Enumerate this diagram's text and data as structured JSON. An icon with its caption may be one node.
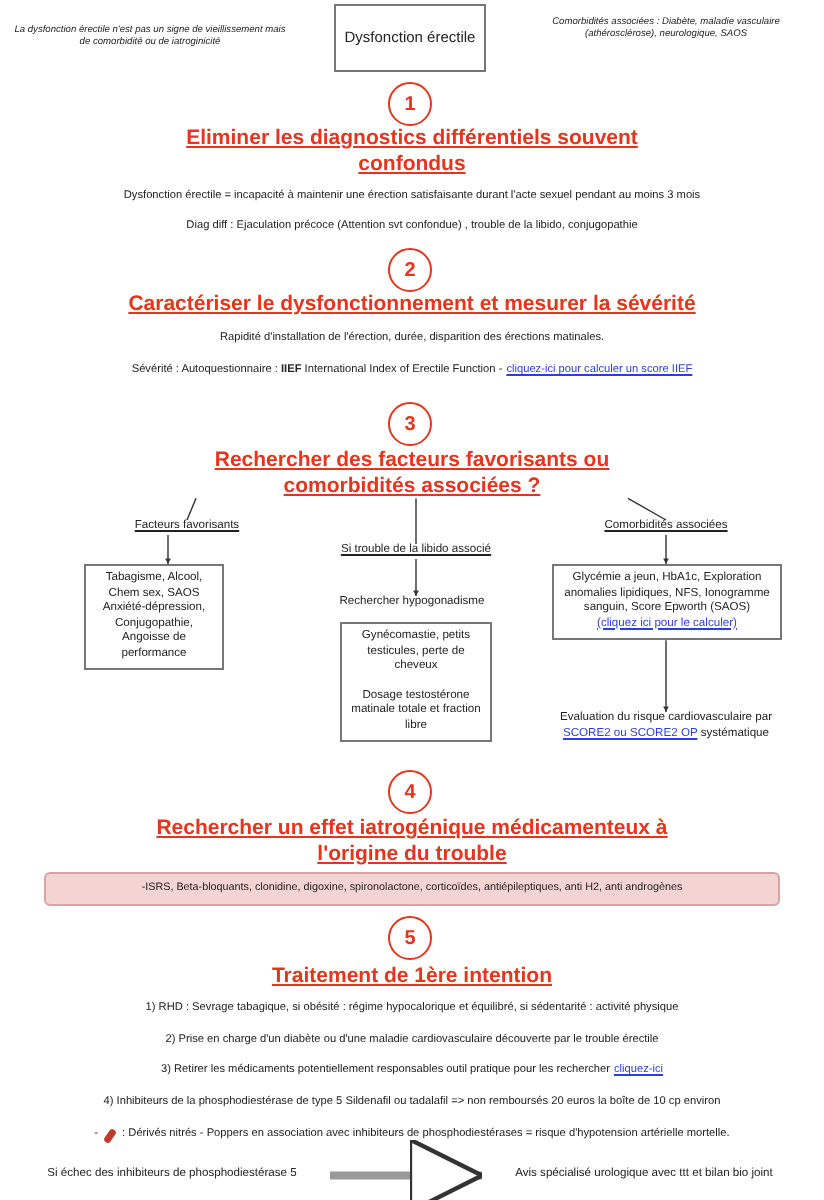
{
  "diagram": {
    "nodes": [
      {
        "text": [
          "Dysfonction érectile"
        ]
      },
      {
        "text": [
          "1"
        ]
      },
      {
        "text": [
          "2"
        ]
      },
      {
        "text": [
          "3"
        ]
      },
      {
        "text": [
          "Rechercher des facteurs favorisants ou comorbidités associées ?"
        ]
      },
      {
        "text": [
          "Facteurs favorisants"
        ]
      },
      {
        "text": [
          "Tabagisme, Alcool, Chem sex, SAOS Anxiété-dépression, Conjugopathie, Angoisse de performance"
        ]
      },
      {
        "text": [
          "Si trouble de la libido associé"
        ]
      },
      {
        "text": [
          "Rechercher hypogonadisme"
        ]
      },
      {
        "text": [
          "Gynécomastie, petits testicules, perte de cheveux",
          "Dosage testostérone matinale totale et fraction libre"
        ]
      },
      {
        "text": [
          "Comorbidités associées"
        ]
      },
      {
        "text": [
          "Glycémie a jeun, HbA1c, Exploration anomalies lipidiques, NFS, Ionogramme sanguin, Score Epworth (SAOS)",
          "(cliquez ici pour le calculer)"
        ]
      },
      {
        "text": [
          "Evaluation du risque cardiovasculaire par",
          "SCORE2 ou SCORE2 OP",
          "systématique"
        ]
      },
      {
        "text": [
          "4"
        ]
      },
      {
        "text": [
          "-ISRS, Beta-bloquants, clonidine, digoxine, spironolactone, corticoïdes, antiépileptiques, anti H2, anti androgènes"
        ]
      },
      {
        "text": [
          "5"
        ]
      },
      {
        "text": [
          "Si échec des inhibiteurs de phosphodiestérase 5"
        ]
      },
      {
        "text": [
          "Avis spécialisé urologique avec ttt et bilan bio joint"
        ]
      }
    ],
    "edges": [
      {
        "from": 4,
        "to": 5,
        "arrow": "none"
      },
      {
        "from": 5,
        "to": 6,
        "arrow": "to"
      },
      {
        "from": 4,
        "to": 7,
        "arrow": "none"
      },
      {
        "from": 7,
        "to": 8,
        "arrow": "to"
      },
      {
        "from": 4,
        "to": 10,
        "arrow": "none"
      },
      {
        "from": 10,
        "to": 11,
        "arrow": "to"
      },
      {
        "from": 11,
        "to": 12,
        "arrow": "to"
      },
      {
        "from": 16,
        "to": 17,
        "arrow": "to",
        "style": "thick",
        "color": "#999999"
      }
    ],
    "labels": [
      "La dysfonction érectile n'est pas un signe de vieillissement mais de comorbidité ou de iatroginicité",
      "Comorbidités associées : Diabète, maladie vasculaire (athérosclérose), neurologique, SAOS",
      "Eliminer les diagnostics différentiels souvent confondus",
      "Dysfonction érectile = incapacité à maintenir une érection satisfaisante durant l'acte sexuel pendant au moins 3 mois",
      "Diag diff : Ejaculation précoce (Attention svt confondue) , trouble de la libido, conjugopathie",
      "Caractériser le dysfonctionnement et mesurer la sévérité",
      "Rapidité d'installation de l'érection, durée, disparition des érections matinales.",
      "Sévérité : Autoquestionnaire : **IIEF** International Index of Erectile Function -",
      "cliquez-ici pour calculer un score IIEF",
      "Rechercher un effet iatrogénique médicamenteux à l'origine du trouble",
      "Traitement de 1ère intention",
      "1) RHD : Sevrage tabagique, si obésité : régime hypocalorique et équilibré, si sédentarité : activité physique",
      "2) Prise en charge d'un diabète ou d'une maladie cardiovasculaire découverte par le trouble érectile",
      "3) Retirer les médicaments potentiellement responsables outil pratique pour les rechercher",
      "cliquez-ici",
      "4) Inhibiteurs de la phosphodiestérase de type 5 Sildenafil ou tadalafil => non remboursés 20 euros la boîte de 10 cp environ",
      "-",
      ": Dérivés nitrés - Poppers en association avec inhibiteurs de phosphodiestérases = risque d'hypotension artérielle mortelle."
    ]
  }
}
